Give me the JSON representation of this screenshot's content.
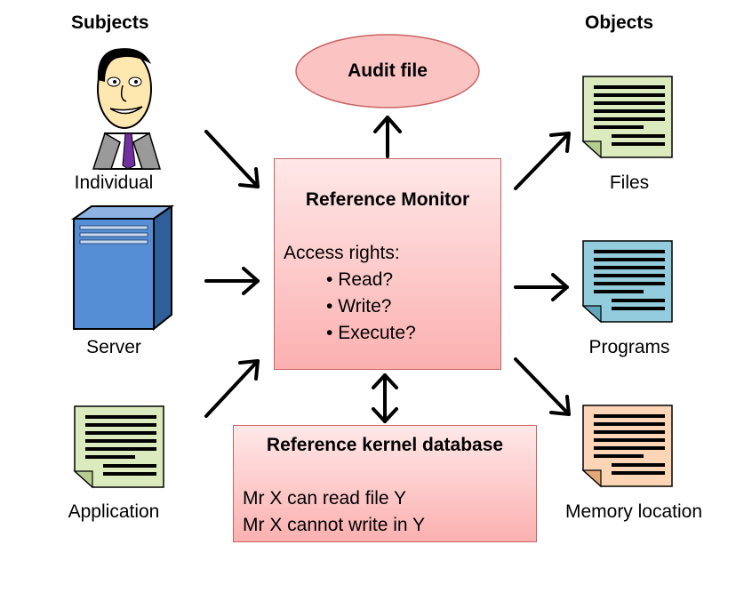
{
  "subjects": {
    "heading": "Subjects",
    "items": [
      {
        "label": "Individual",
        "icon": "person-cartoon-icon"
      },
      {
        "label": "Server",
        "icon": "server-tower-icon"
      },
      {
        "label": "Application",
        "icon": "document-green-icon"
      }
    ]
  },
  "objects": {
    "heading": "Objects",
    "items": [
      {
        "label": "Files",
        "icon": "document-green-icon",
        "color": "#dbebbe"
      },
      {
        "label": "Programs",
        "icon": "document-blue-icon",
        "color": "#93cddd"
      },
      {
        "label": "Memory location",
        "icon": "document-orange-icon",
        "color": "#fbd5b5"
      }
    ]
  },
  "audit": {
    "label": "Audit file"
  },
  "monitor": {
    "title": "Reference Monitor",
    "rights_label": "Access rights:",
    "rights": [
      "Read?",
      "Write?",
      "Execute?"
    ]
  },
  "database": {
    "title": "Reference kernel database",
    "lines": [
      "Mr X can read file Y",
      "Mr X cannot write in Y"
    ]
  },
  "colors": {
    "box_border": "#c86464",
    "box_fill_top": "#ffe8e8",
    "box_fill_bottom": "#fbb0b0",
    "server_fill": "#4f81bd"
  }
}
